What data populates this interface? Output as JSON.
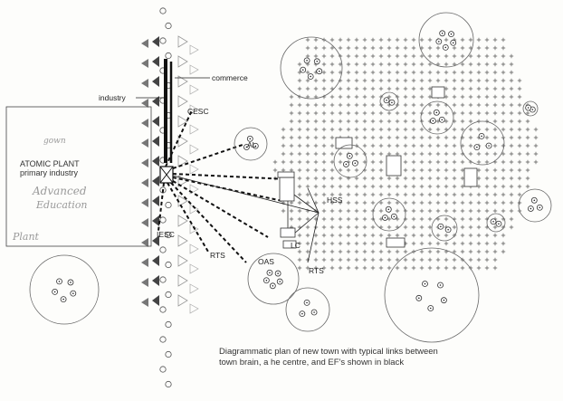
{
  "labels": {
    "commerce": "commerce",
    "industry": "industry",
    "cesc": "CESC",
    "al": "AL",
    "iesc": "IESC",
    "rts_left": "RTS",
    "rts_right": "RTS",
    "oas": "OAS",
    "hss": "HSS",
    "lc": "LC"
  },
  "atomic_plant": {
    "title": "ATOMIC PLANT",
    "subtitle": "primary industry"
  },
  "handwriting": {
    "word1": "gown",
    "word2": "Advanced",
    "word3": "Education",
    "word4": "Plant"
  },
  "caption": {
    "line1": "Diagrammatic plan of new town with typical links between",
    "line2": "town brain, a he centre, and EF's shown in black"
  },
  "colors": {
    "ink": "#222222",
    "faint": "#bbbbbb"
  }
}
